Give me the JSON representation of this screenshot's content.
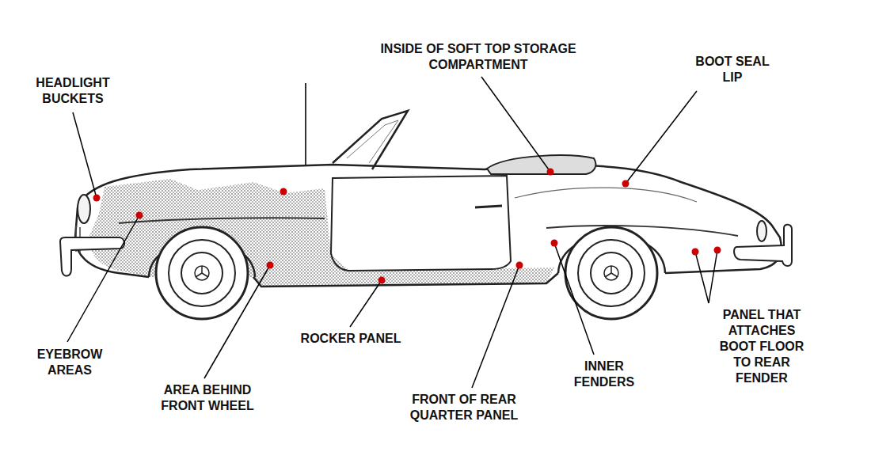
{
  "diagram": {
    "labels": [
      "HEADLIGHT BUCKETS",
      "INSIDE OF SOFT TOP STORAGE COMPARTMENT",
      "BOOT SEAL LIP",
      "EYEBROW AREAS",
      "AREA BEHIND FRONT WHEEL",
      "ROCKER PANEL",
      "FRONT OF REAR QUARTER PANEL",
      "INNER FENDERS",
      "PANEL THAT ATTACHES BOOT FLOOR TO REAR FENDER"
    ]
  }
}
